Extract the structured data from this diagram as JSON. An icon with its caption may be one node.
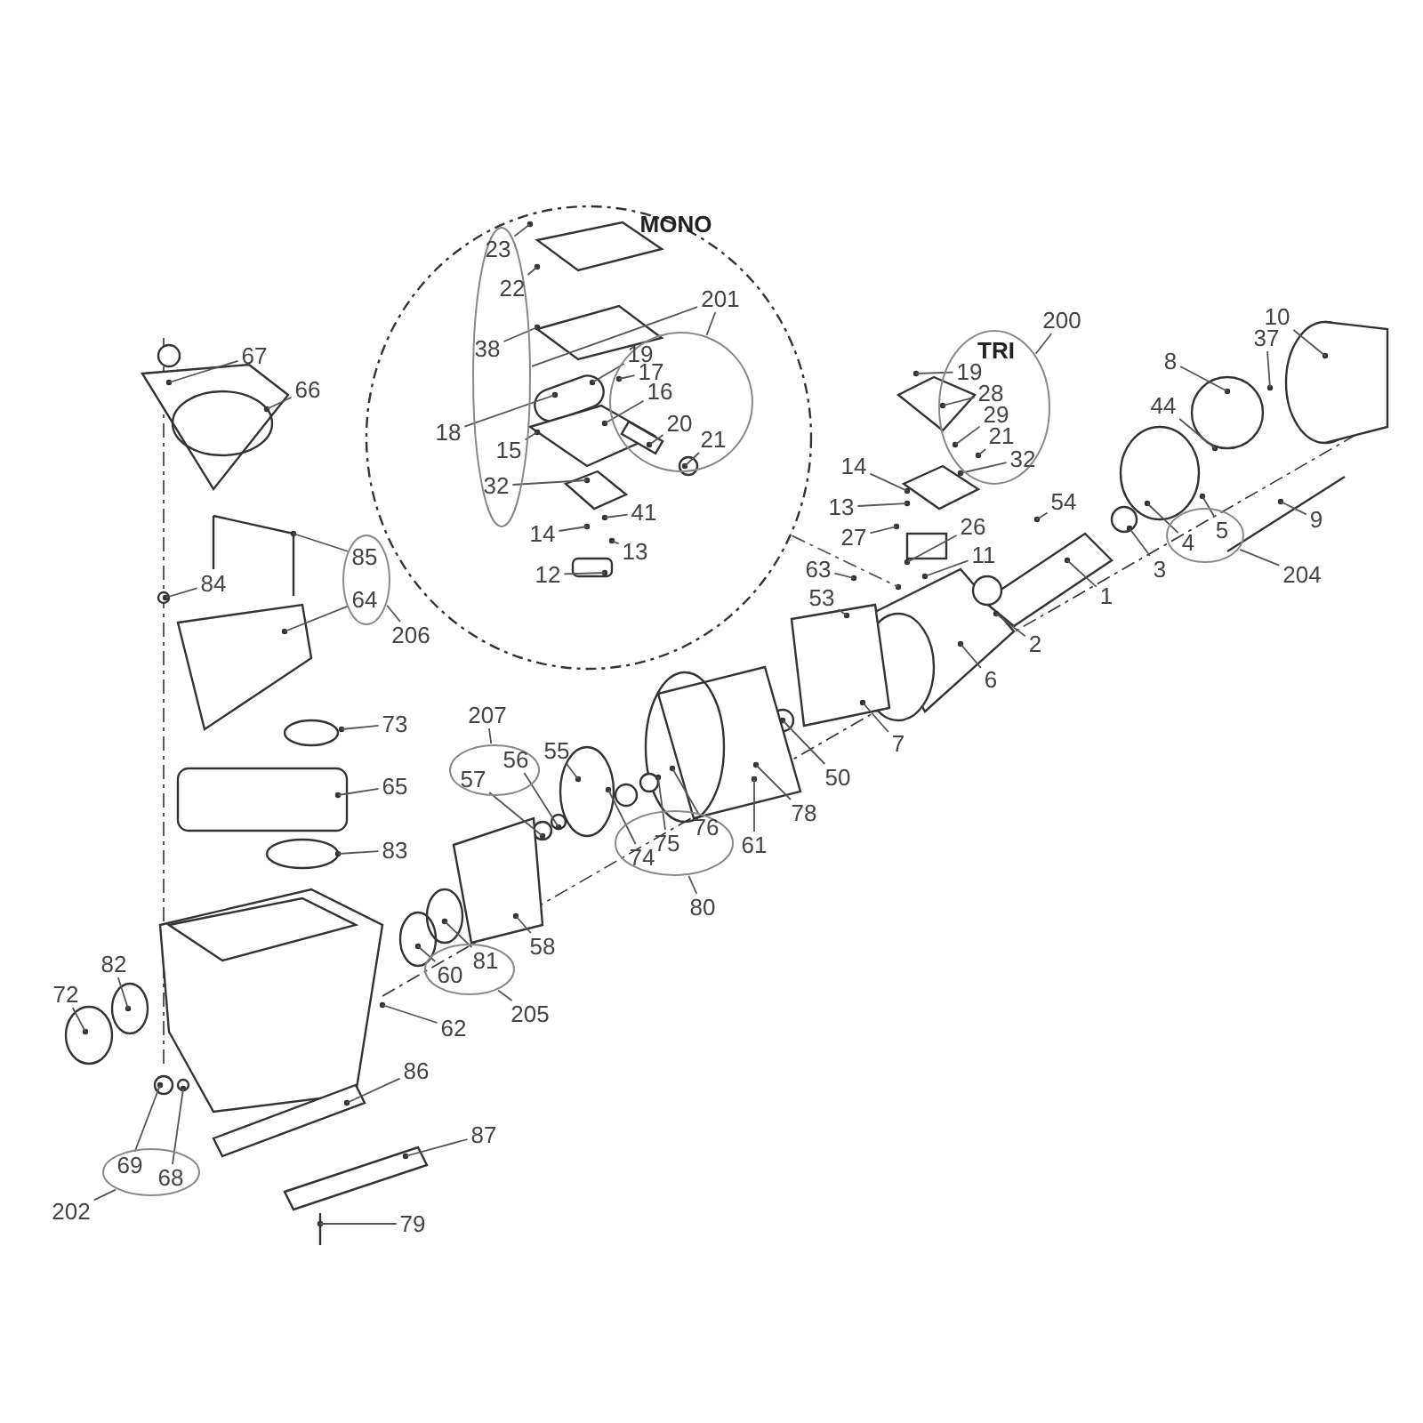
{
  "diagram": {
    "nodes": [
      {
        "text": [
          "MONO"
        ]
      },
      {
        "text": [],
        "shape": "ellipse",
        "in": 0
      },
      {
        "text": [],
        "shape": "ellipse",
        "in": 0
      },
      {
        "text": [
          "201"
        ],
        "in": 0
      },
      {
        "text": [
          "23"
        ],
        "in": 1
      },
      {
        "text": [
          "22"
        ],
        "in": 1
      },
      {
        "text": [
          "38"
        ],
        "in": 1
      },
      {
        "text": [
          "18"
        ],
        "in": 0
      },
      {
        "text": [
          "15"
        ],
        "in": 1
      },
      {
        "text": [
          "32"
        ],
        "in": 1
      },
      {
        "text": [
          "19"
        ],
        "in": 2
      },
      {
        "text": [
          "17"
        ],
        "in": 2
      },
      {
        "text": [
          "16"
        ],
        "in": 2
      },
      {
        "text": [
          "20"
        ],
        "in": 2
      },
      {
        "text": [
          "21"
        ],
        "in": 2
      },
      {
        "text": [
          "14"
        ],
        "in": 0
      },
      {
        "text": [
          "41"
        ],
        "in": 0
      },
      {
        "text": [
          "13"
        ],
        "in": 0
      },
      {
        "text": [
          "12"
        ],
        "in": 0
      },
      {
        "text": [
          "TRI"
        ]
      },
      {
        "text": [
          "200"
        ]
      },
      {
        "text": [
          "19"
        ],
        "in": 19
      },
      {
        "text": [
          "28"
        ],
        "in": 19
      },
      {
        "text": [
          "29"
        ],
        "in": 19
      },
      {
        "text": [
          "21"
        ],
        "in": 19
      },
      {
        "text": [
          "32"
        ],
        "in": 19
      },
      {
        "text": [
          "14"
        ]
      },
      {
        "text": [
          "13"
        ]
      },
      {
        "text": [
          "27"
        ]
      },
      {
        "text": [
          "26"
        ]
      },
      {
        "text": [
          "11"
        ]
      },
      {
        "text": [
          "63"
        ]
      },
      {
        "text": [
          "53"
        ]
      },
      {
        "text": [
          "54"
        ]
      },
      {
        "text": [
          "1"
        ]
      },
      {
        "text": [
          "2"
        ]
      },
      {
        "text": [
          "6"
        ]
      },
      {
        "text": [
          "3"
        ]
      },
      {
        "text": [],
        "shape": "ellipse"
      },
      {
        "text": [
          "4"
        ],
        "in": 38
      },
      {
        "text": [
          "5"
        ],
        "in": 38
      },
      {
        "text": [
          "204"
        ]
      },
      {
        "text": [
          "9"
        ]
      },
      {
        "text": [
          "44"
        ]
      },
      {
        "text": [
          "8"
        ]
      },
      {
        "text": [
          "37"
        ]
      },
      {
        "text": [
          "10"
        ]
      },
      {
        "text": [
          "67"
        ]
      },
      {
        "text": [
          "66"
        ]
      },
      {
        "text": [],
        "shape": "ellipse"
      },
      {
        "text": [
          "85"
        ],
        "in": 49
      },
      {
        "text": [
          "64"
        ],
        "in": 49
      },
      {
        "text": [
          "206"
        ]
      },
      {
        "text": [
          "84"
        ]
      },
      {
        "text": [
          "73"
        ]
      },
      {
        "text": [
          "65"
        ]
      },
      {
        "text": [
          "83"
        ]
      },
      {
        "text": [],
        "shape": "ellipse"
      },
      {
        "text": [
          "57"
        ],
        "in": 57
      },
      {
        "text": [
          "56"
        ],
        "in": 57
      },
      {
        "text": [
          "207"
        ]
      },
      {
        "text": [
          "55"
        ]
      },
      {
        "text": [
          "58"
        ]
      },
      {
        "text": [],
        "shape": "ellipse"
      },
      {
        "text": [
          "60"
        ],
        "in": 63
      },
      {
        "text": [
          "81"
        ],
        "in": 63
      },
      {
        "text": [
          "205"
        ]
      },
      {
        "text": [
          "62"
        ]
      },
      {
        "text": [],
        "shape": "ellipse"
      },
      {
        "text": [
          "74"
        ],
        "in": 68
      },
      {
        "text": [
          "75"
        ],
        "in": 68
      },
      {
        "text": [
          "76"
        ],
        "in": 68
      },
      {
        "text": [
          "80"
        ]
      },
      {
        "text": [
          "61"
        ]
      },
      {
        "text": [
          "78"
        ]
      },
      {
        "text": [
          "50"
        ]
      },
      {
        "text": [
          "7"
        ]
      },
      {
        "text": [
          "72"
        ]
      },
      {
        "text": [
          "82"
        ]
      },
      {
        "text": [
          "86"
        ]
      },
      {
        "text": [
          "87"
        ]
      },
      {
        "text": [
          "79"
        ]
      },
      {
        "text": [],
        "shape": "ellipse"
      },
      {
        "text": [
          "69"
        ],
        "in": 82
      },
      {
        "text": [
          "68"
        ],
        "in": 82
      },
      {
        "text": [
          "202"
        ]
      }
    ],
    "edges": [
      {
        "from": 0,
        "to": null,
        "arrow": "none",
        "style": "dashed"
      },
      {
        "from": 3,
        "to": 1,
        "arrow": "none"
      },
      {
        "from": 3,
        "to": 2,
        "arrow": "none"
      },
      {
        "from": 4,
        "to": null,
        "arrow": "none"
      },
      {
        "from": 5,
        "to": null,
        "arrow": "none"
      },
      {
        "from": 6,
        "to": null,
        "arrow": "none"
      },
      {
        "from": 7,
        "to": null,
        "arrow": "none"
      },
      {
        "from": 8,
        "to": null,
        "arrow": "none"
      },
      {
        "from": 9,
        "to": null,
        "arrow": "none"
      },
      {
        "from": 10,
        "to": null,
        "arrow": "none"
      },
      {
        "from": 11,
        "to": null,
        "arrow": "none"
      },
      {
        "from": 12,
        "to": null,
        "arrow": "none"
      },
      {
        "from": 13,
        "to": null,
        "arrow": "none"
      },
      {
        "from": 14,
        "to": null,
        "arrow": "none"
      },
      {
        "from": 15,
        "to": null,
        "arrow": "none"
      },
      {
        "from": 16,
        "to": null,
        "arrow": "none"
      },
      {
        "from": 17,
        "to": null,
        "arrow": "none"
      },
      {
        "from": 18,
        "to": null,
        "arrow": "none"
      },
      {
        "from": 20,
        "to": 19,
        "arrow": "none"
      },
      {
        "from": 21,
        "to": null,
        "arrow": "none"
      },
      {
        "from": 22,
        "to": null,
        "arrow": "none"
      },
      {
        "from": 23,
        "to": null,
        "arrow": "none"
      },
      {
        "from": 24,
        "to": null,
        "arrow": "none"
      },
      {
        "from": 25,
        "to": null,
        "arrow": "none"
      },
      {
        "from": 26,
        "to": null,
        "arrow": "none"
      },
      {
        "from": 27,
        "to": null,
        "arrow": "none"
      },
      {
        "from": 28,
        "to": null,
        "arrow": "none"
      },
      {
        "from": 29,
        "to": null,
        "arrow": "none"
      },
      {
        "from": 30,
        "to": null,
        "arrow": "none"
      },
      {
        "from": 31,
        "to": null,
        "arrow": "none"
      },
      {
        "from": 32,
        "to": null,
        "arrow": "none"
      },
      {
        "from": 33,
        "to": null,
        "arrow": "none"
      },
      {
        "from": 34,
        "to": null,
        "arrow": "none"
      },
      {
        "from": 35,
        "to": null,
        "arrow": "none"
      },
      {
        "from": 36,
        "to": null,
        "arrow": "none"
      },
      {
        "from": 37,
        "to": null,
        "arrow": "none"
      },
      {
        "from": 39,
        "to": null,
        "arrow": "none"
      },
      {
        "from": 40,
        "to": null,
        "arrow": "none"
      },
      {
        "from": 41,
        "to": 38,
        "arrow": "none"
      },
      {
        "from": 42,
        "to": null,
        "arrow": "none"
      },
      {
        "from": 43,
        "to": null,
        "arrow": "none"
      },
      {
        "from": 44,
        "to": null,
        "arrow": "none"
      },
      {
        "from": 45,
        "to": null,
        "arrow": "none"
      },
      {
        "from": 46,
        "to": null,
        "arrow": "none"
      },
      {
        "from": 47,
        "to": null,
        "arrow": "none"
      },
      {
        "from": 48,
        "to": null,
        "arrow": "none"
      },
      {
        "from": 50,
        "to": null,
        "arrow": "none"
      },
      {
        "from": 51,
        "to": null,
        "arrow": "none"
      },
      {
        "from": 52,
        "to": 49,
        "arrow": "none"
      },
      {
        "from": 53,
        "to": null,
        "arrow": "none"
      },
      {
        "from": 54,
        "to": null,
        "arrow": "none"
      },
      {
        "from": 55,
        "to": null,
        "arrow": "none"
      },
      {
        "from": 56,
        "to": null,
        "arrow": "none"
      },
      {
        "from": 58,
        "to": null,
        "arrow": "none"
      },
      {
        "from": 59,
        "to": null,
        "arrow": "none"
      },
      {
        "from": 60,
        "to": 57,
        "arrow": "none"
      },
      {
        "from": 61,
        "to": null,
        "arrow": "none"
      },
      {
        "from": 62,
        "to": null,
        "arrow": "none"
      },
      {
        "from": 64,
        "to": null,
        "arrow": "none"
      },
      {
        "from": 65,
        "to": null,
        "arrow": "none"
      },
      {
        "from": 66,
        "to": 63,
        "arrow": "none"
      },
      {
        "from": 67,
        "to": null,
        "arrow": "none"
      },
      {
        "from": 69,
        "to": null,
        "arrow": "none"
      },
      {
        "from": 70,
        "to": null,
        "arrow": "none"
      },
      {
        "from": 71,
        "to": null,
        "arrow": "none"
      },
      {
        "from": 72,
        "to": 68,
        "arrow": "none"
      },
      {
        "from": 73,
        "to": null,
        "arrow": "none"
      },
      {
        "from": 74,
        "to": null,
        "arrow": "none"
      },
      {
        "from": 75,
        "to": null,
        "arrow": "none"
      },
      {
        "from": 76,
        "to": null,
        "arrow": "none"
      },
      {
        "from": 77,
        "to": null,
        "arrow": "none"
      },
      {
        "from": 78,
        "to": null,
        "arrow": "none"
      },
      {
        "from": 79,
        "to": null,
        "arrow": "none"
      },
      {
        "from": 80,
        "to": null,
        "arrow": "none"
      },
      {
        "from": 81,
        "to": null,
        "arrow": "none"
      },
      {
        "from": 83,
        "to": null,
        "arrow": "none"
      },
      {
        "from": 84,
        "to": null,
        "arrow": "none"
      },
      {
        "from": 85,
        "to": 82,
        "arrow": "none"
      }
    ]
  }
}
